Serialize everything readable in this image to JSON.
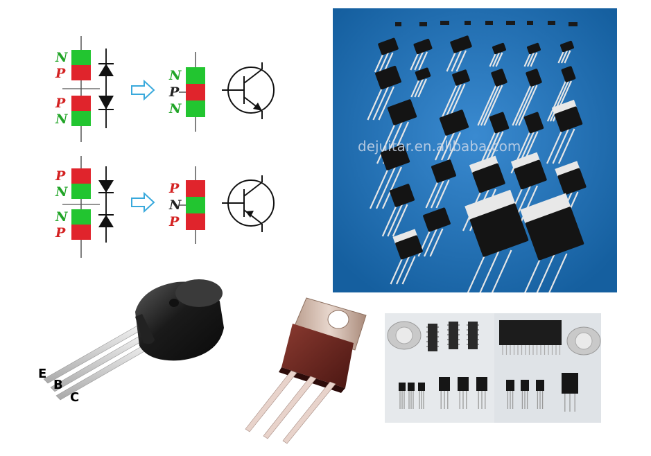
{
  "diagram": {
    "npn": {
      "diode_stack_labels": [
        "N",
        "P",
        "P",
        "N"
      ],
      "transistor_stack_labels": [
        "N",
        "P",
        "N"
      ]
    },
    "pnp": {
      "diode_stack_labels": [
        "P",
        "N",
        "N",
        "P"
      ],
      "transistor_stack_labels": [
        "P",
        "N",
        "P"
      ]
    }
  },
  "catalog_photo": {
    "watermark": "dejuitar.en.alibaba.com",
    "background": "#1d6fb3"
  },
  "to92_photo": {
    "pins": [
      "E",
      "B",
      "C"
    ]
  },
  "colors": {
    "n_region": "#22c530",
    "p_region": "#e0242c",
    "n_text": "#22a528",
    "p_text": "#d42222",
    "arrow": "#39a9dc"
  }
}
